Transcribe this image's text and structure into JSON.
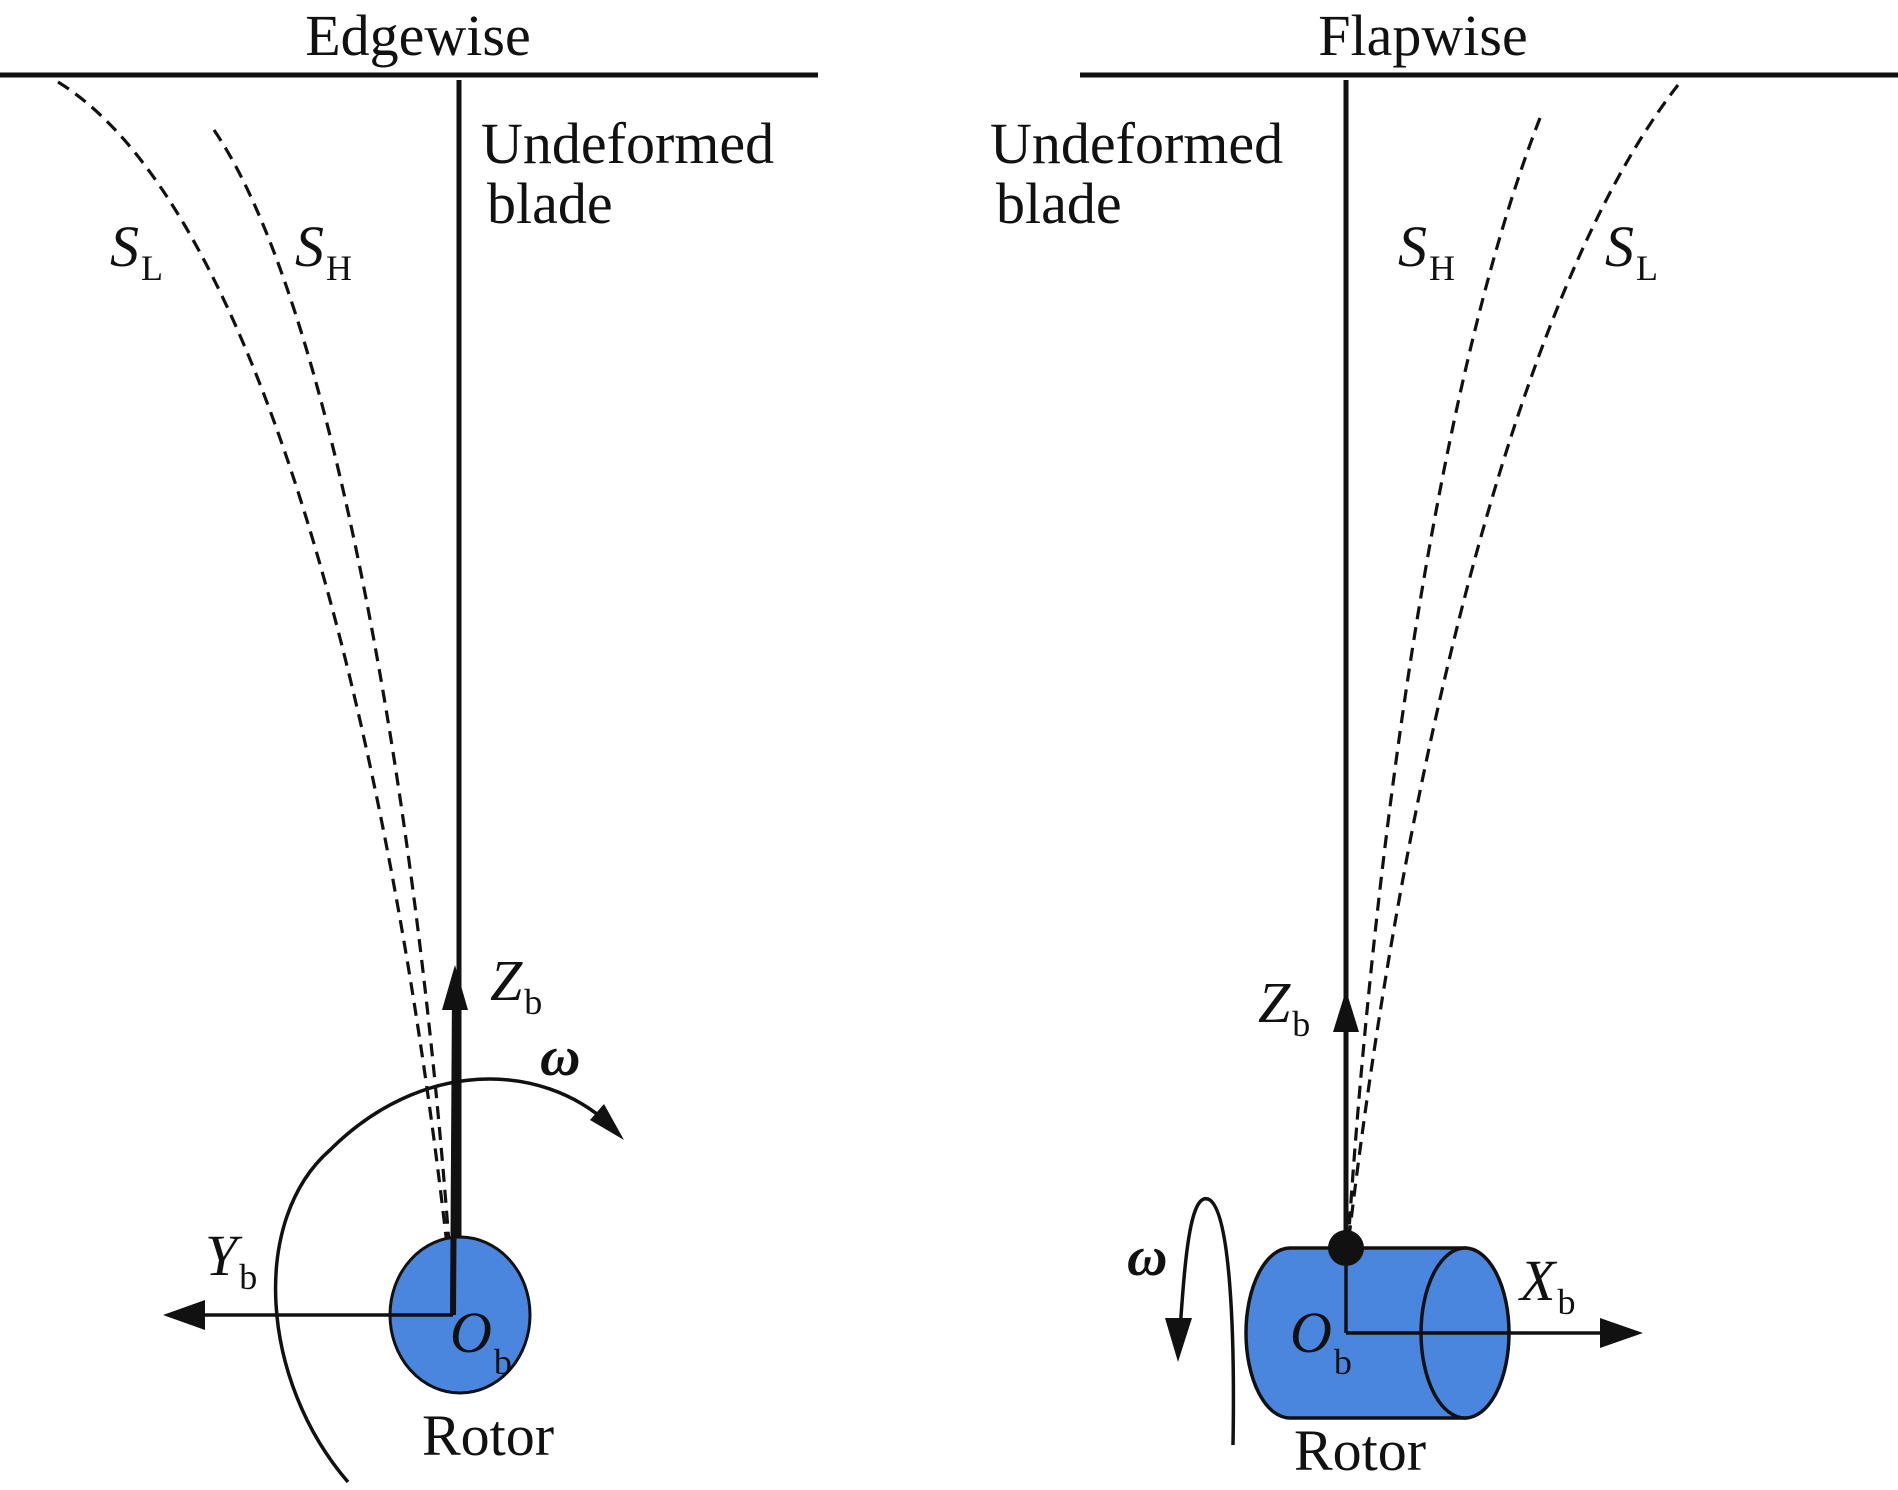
{
  "edgewise": {
    "title": "Edgewise",
    "undeformed_line1": "Undeformed",
    "undeformed_line2": "blade",
    "sl_letter": "S",
    "sl_sub": "L",
    "sh_letter": "S",
    "sh_sub": "H",
    "z_letter": "Z",
    "z_sub": "b",
    "y_letter": "Y",
    "y_sub": "b",
    "o_letter": "O",
    "o_sub": "b",
    "omega": "ω",
    "rotor": "Rotor"
  },
  "flapwise": {
    "title": "Flapwise",
    "undeformed_line1": "Undeformed",
    "undeformed_line2": "blade",
    "sl_letter": "S",
    "sl_sub": "L",
    "sh_letter": "S",
    "sh_sub": "H",
    "z_letter": "Z",
    "z_sub": "b",
    "x_letter": "X",
    "x_sub": "b",
    "o_letter": "O",
    "o_sub": "b",
    "omega": "ω",
    "rotor": "Rotor"
  },
  "colors": {
    "rotor_fill": "#4a86dd",
    "line": "#111111",
    "background": "#ffffff"
  }
}
